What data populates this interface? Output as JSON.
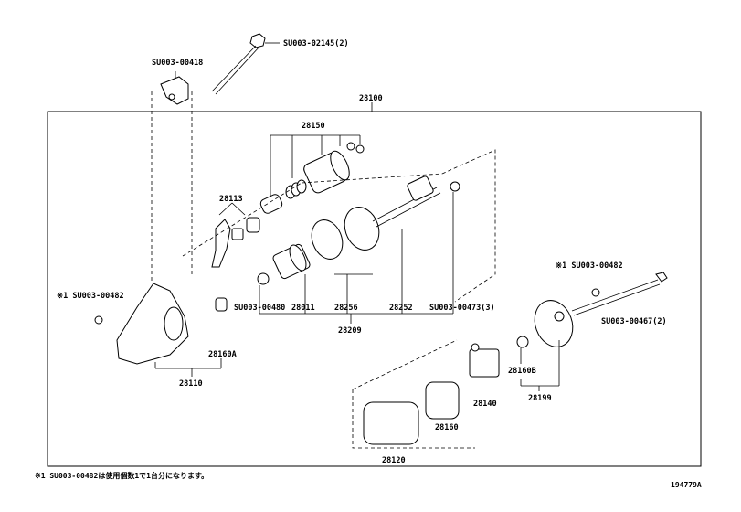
{
  "labels": {
    "bolt_top": "SU003-02145(2)",
    "bracket_top": "SU003-00418",
    "assy": "28100",
    "kit_28150": "28150",
    "part_28113": "28113",
    "ref_left": "※1 SU003-00482",
    "ref_right": "※1 SU003-00482",
    "part_28480": "SU003-00480",
    "part_28011": "28011",
    "part_28256": "28256",
    "part_28252": "28252",
    "part_473": "SU003-00473(3)",
    "part_28209": "28209",
    "part_28467": "SU003-00467(2)",
    "part_28160A": "28160A",
    "part_28110": "28110",
    "part_28160B": "28160B",
    "part_28199": "28199",
    "part_28140": "28140",
    "part_28160": "28160",
    "part_28120": "28120"
  },
  "footnote": "※1  SU003-00482は使用個数1で1台分になります。",
  "diagram_id": "194779A"
}
